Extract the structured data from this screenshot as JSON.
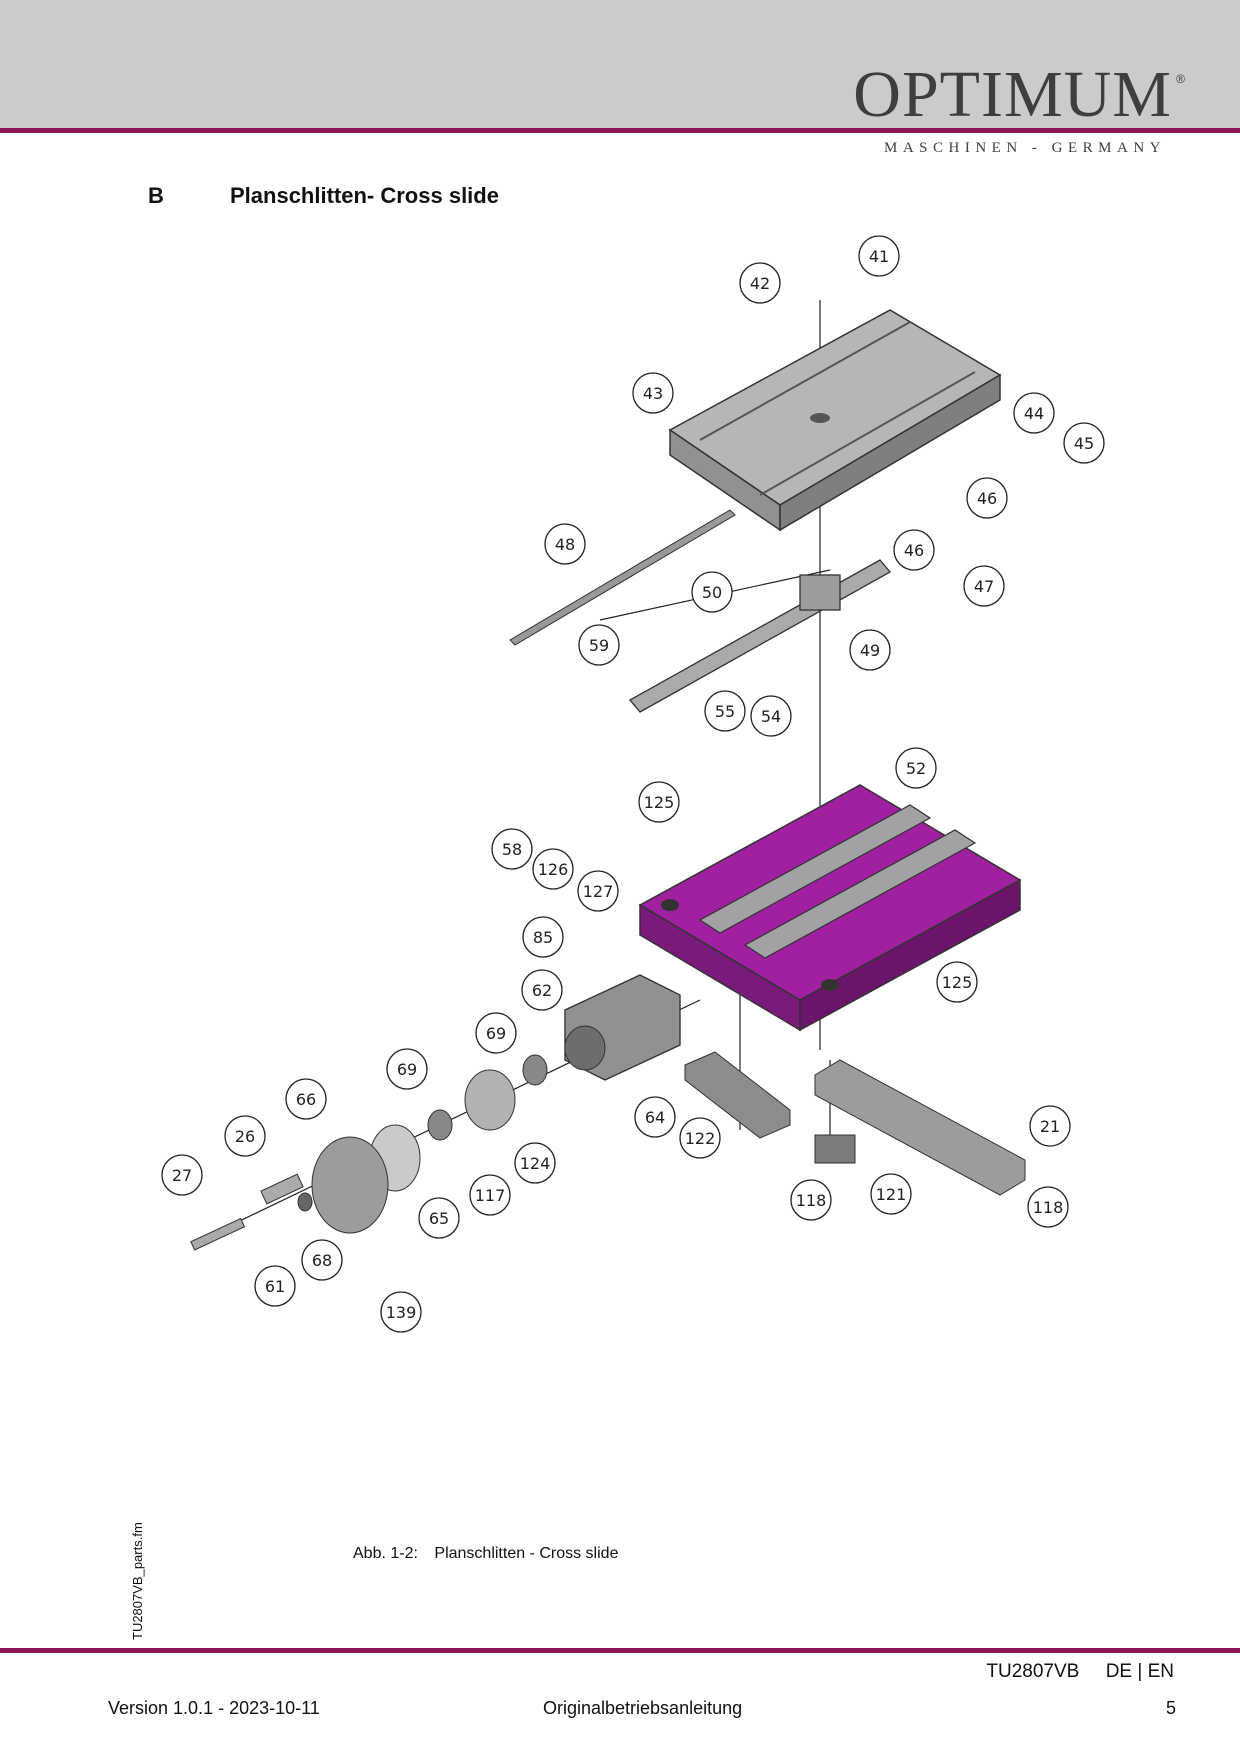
{
  "header": {
    "brand": "OPTIMUM",
    "registered": "®",
    "tagline": "MASCHINEN - GERMANY",
    "accent_color": "#8a1456",
    "band_color": "#c9cbcd"
  },
  "section": {
    "letter": "B",
    "title": "Planschlitten- Cross slide"
  },
  "figure": {
    "caption_label": "Abb. 1-2:",
    "caption_text": "Planschlitten - Cross slide",
    "highlight_color": "#a020a0",
    "callouts": [
      "41",
      "42",
      "43",
      "44",
      "45",
      "46",
      "46",
      "47",
      "48",
      "50",
      "49",
      "59",
      "55",
      "54",
      "52",
      "125",
      "58",
      "126",
      "127",
      "85",
      "125",
      "62",
      "69",
      "69",
      "66",
      "26",
      "27",
      "64",
      "122",
      "124",
      "117",
      "65",
      "68",
      "61",
      "139",
      "21",
      "118",
      "121",
      "118"
    ]
  },
  "side_text": "TU2807VB_parts.fm",
  "footer": {
    "model": "TU2807VB     DE | EN",
    "version": "Version 1.0.1 - 2023-10-11",
    "center": "Originalbetriebsanleitung",
    "page": "5"
  }
}
